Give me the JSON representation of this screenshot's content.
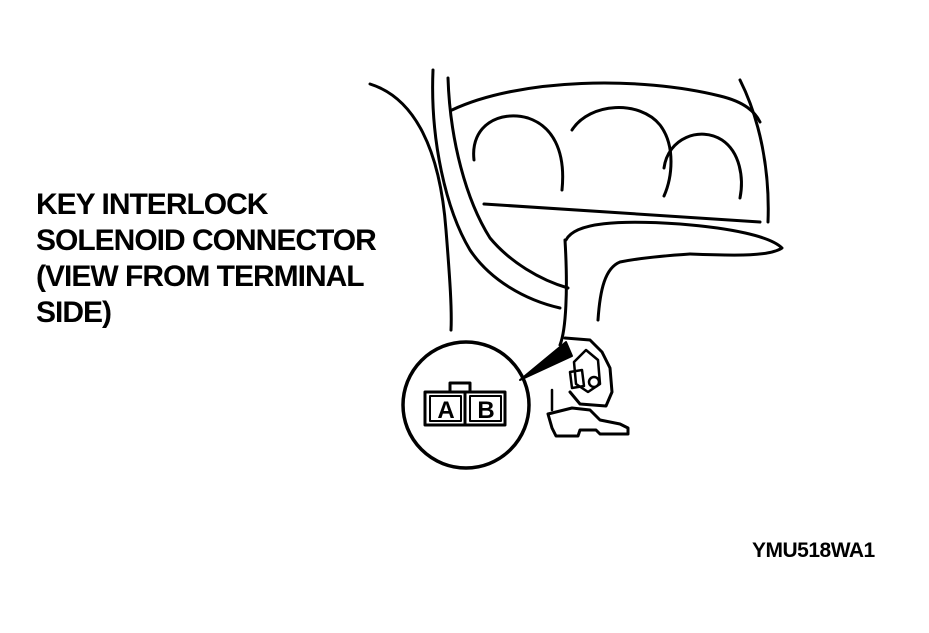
{
  "callout": {
    "lines": [
      "KEY INTERLOCK",
      "SOLENOID CONNECTOR",
      "(VIEW FROM TERMINAL",
      "SIDE)"
    ]
  },
  "connector": {
    "terminal_a": "A",
    "terminal_b": "B"
  },
  "figure_code": "YMU518WA1",
  "colors": {
    "ink": "#000000",
    "paper": "#ffffff"
  }
}
